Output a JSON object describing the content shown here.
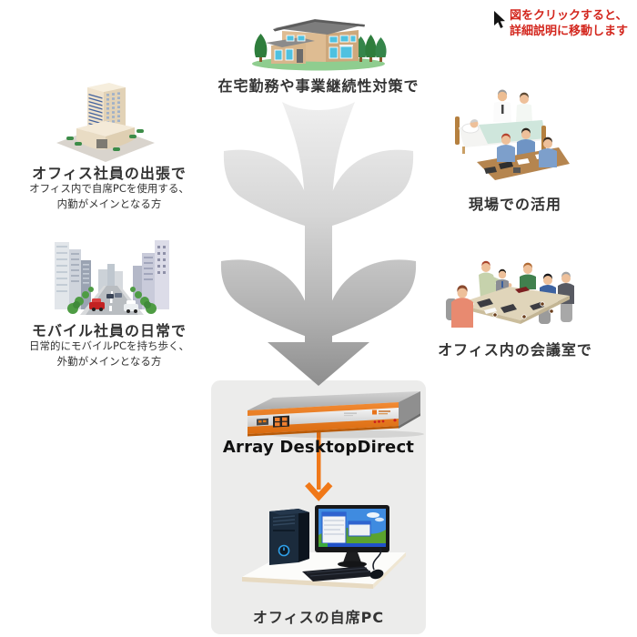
{
  "note": {
    "line1": "図をクリックすると、",
    "line2": "詳細説明に移動します",
    "color": "#d3261d",
    "icon": "cursor-icon"
  },
  "scenes": {
    "home": {
      "caption": "在宅勤務や事業継続性対策で",
      "icon": "house-illustration"
    },
    "business_trip": {
      "title": "オフィス社員の出張で",
      "desc1": "オフィス内で自席PCを使用する、",
      "desc2": "内勤がメインとなる方",
      "icon": "office-building-illustration"
    },
    "field": {
      "caption": "現場での活用",
      "icon": "hospital-bedside-illustration"
    },
    "mobile": {
      "title": "モバイル社員の日常で",
      "desc1": "日常的にモバイルPCを持ち歩く、",
      "desc2": "外勤がメインとなる方",
      "icon": "city-street-illustration"
    },
    "meeting": {
      "caption": "オフィス内の会議室で",
      "icon": "meeting-room-illustration"
    }
  },
  "center": {
    "appliance_label": "Array DesktopDirect",
    "pc_label": "オフィスの自席PC",
    "appliance_icon": "network-appliance-illustration",
    "pc_icon": "desktop-pc-illustration",
    "accent_color": "#f07818",
    "panel_color": "#ececeb",
    "flow_arrow_top_color": "#f0f0f0",
    "flow_arrow_bottom_color": "#8d8d8d"
  }
}
